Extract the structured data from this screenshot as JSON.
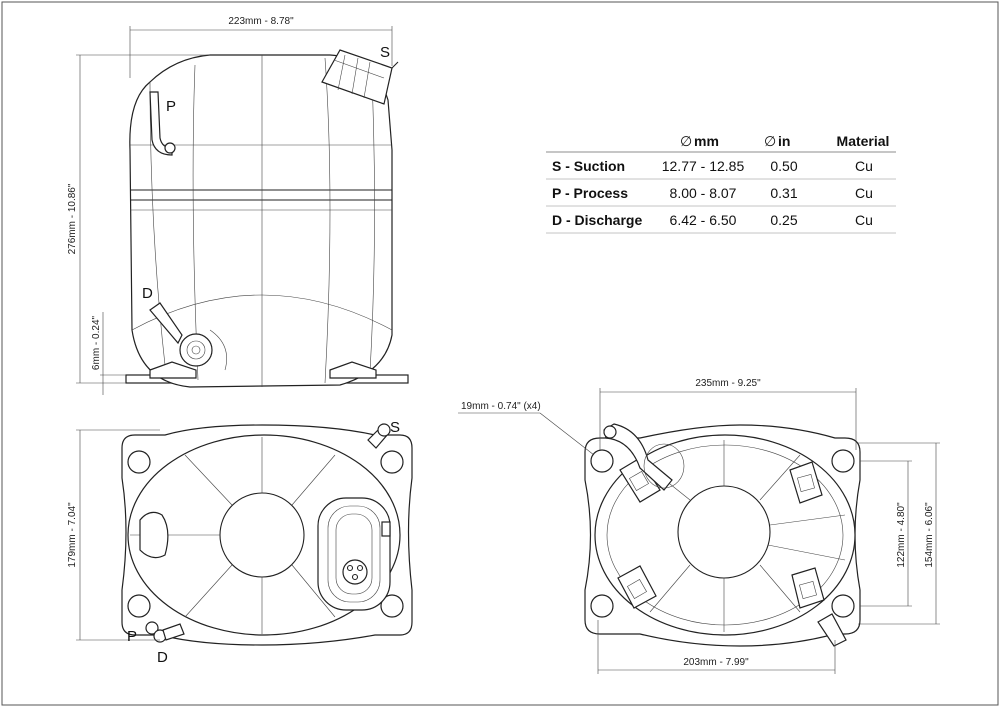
{
  "dimensions": {
    "side_width": "223mm - 8.78\"",
    "side_height": "276mm - 10.86\"",
    "side_foot": "6mm - 0.24\"",
    "top_depth": "179mm - 7.04\"",
    "base_width": "235mm - 9.25\"",
    "base_bottom_width": "203mm - 7.99\"",
    "hole_diameter": "19mm - 0.74\" (x4)",
    "hole_spacing_inner": "122mm - 4.80\"",
    "hole_spacing_outer": "154mm - 6.06\""
  },
  "port_labels": {
    "suction": "S",
    "process": "P",
    "discharge": "D"
  },
  "connections_table": {
    "diameter_symbol": "∅",
    "headers": [
      "mm",
      "in",
      "Material"
    ],
    "rows": [
      {
        "name": "S - Suction",
        "mm": "12.77 - 12.85",
        "in": "0.50",
        "material": "Cu"
      },
      {
        "name": "P - Process",
        "mm": "8.00 - 8.07",
        "in": "0.31",
        "material": "Cu"
      },
      {
        "name": "D - Discharge",
        "mm": "6.42 - 6.50",
        "in": "0.25",
        "material": "Cu"
      }
    ]
  }
}
